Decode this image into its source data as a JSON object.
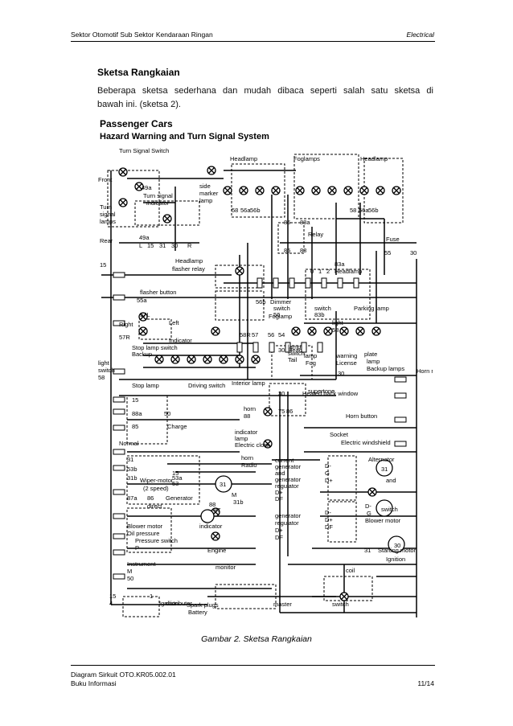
{
  "header": {
    "left": "Sektor Otomotif Sub Sektor Kendaraan Ringan",
    "right": "Electrical"
  },
  "section_title": "Sketsa Rangkaian",
  "paragraph": {
    "line1": "Beberapa sketsa sederhana dan mudah dibaca seperti salah satu sketsa di",
    "line2": "bawah ini. (sketsa 2)."
  },
  "diagram": {
    "title_line1": "Passenger Cars",
    "title_line2": "Hazard Warning and Turn Signal System",
    "labels": [
      "Turn Signal Switch",
      "Front",
      "49a",
      "Turn signal",
      "indicator",
      "side",
      "marker",
      "lamp",
      "Headlamp",
      "Foglamps",
      "Headlamp",
      "58",
      "56a",
      "56b",
      "58",
      "56a",
      "56b",
      "85",
      "88a",
      "Relay",
      "85",
      "88",
      "Turn",
      "signal",
      "lamps",
      "Rear",
      "49a",
      "L",
      "15",
      "31",
      "30",
      "R",
      "Fuse",
      "55",
      "30",
      "15",
      "Headlamp",
      "flasher relay",
      "83a",
      "0",
      "1",
      "2",
      "Headlamp",
      "flasher button",
      "55a",
      "56b",
      "Dimmer",
      "switch",
      "56",
      "Foglamp",
      "switch",
      "83b",
      "Parking lamp",
      "57L",
      "Left",
      "Right",
      "57R",
      "Indicator",
      "light",
      "58",
      "58R",
      "57",
      "56",
      "54",
      "Stop lamp switch",
      "Backup",
      "light",
      "switch",
      "58",
      "30",
      "Head",
      "lamp",
      "switch",
      "Tail",
      "lamp",
      "Fog",
      "warning",
      "License",
      "plate",
      "lamp",
      "Backup lamps",
      "Stop lamp",
      "Driving switch",
      "Interior lamp",
      "30",
      "Horn relay",
      "15",
      "30",
      "Heated back window",
      "supertone",
      "horn",
      "88",
      "88a",
      "50",
      "75",
      "86",
      "85",
      "Charge",
      "indicator",
      "lamp",
      "Electric clock",
      "Horn button",
      "Normal",
      "horn",
      "Radio",
      "Socket",
      "Electric windshield",
      "31",
      "53b",
      "15",
      "31b",
      "53a",
      "53",
      "Wiper-motor",
      "(2 speed)",
      "M",
      "31b",
      "31",
      "88",
      "87",
      "87a",
      "86",
      "Generator",
      "direct",
      "current",
      "generator",
      "and",
      "generator",
      "regulator",
      "D+",
      "DF",
      "D-",
      "G",
      "D+",
      "31",
      "Alternator",
      "and",
      "generator",
      "regulator",
      "D+",
      "DF",
      "D-",
      "D+",
      "DF",
      "D-",
      "G",
      "Blower motor",
      "switch",
      "Blower motor",
      "Oil pressure",
      "indicator",
      "Pressure switch",
      "P",
      "Engine",
      "monitor",
      "Instrument",
      "M",
      "50",
      "30",
      "31",
      "Starting motor",
      "Ignition",
      "coil",
      "15",
      "4",
      "1",
      "Ignition",
      "distributor",
      "Spark plugs",
      "Battery",
      "master",
      "switch"
    ]
  },
  "caption": "Gambar 2. Sketsa Rangkaian",
  "footer": {
    "line1": "Diagram Sirkuit   OTO.KR05.002.01",
    "line2": "Buku Informasi",
    "page": "11/14"
  }
}
